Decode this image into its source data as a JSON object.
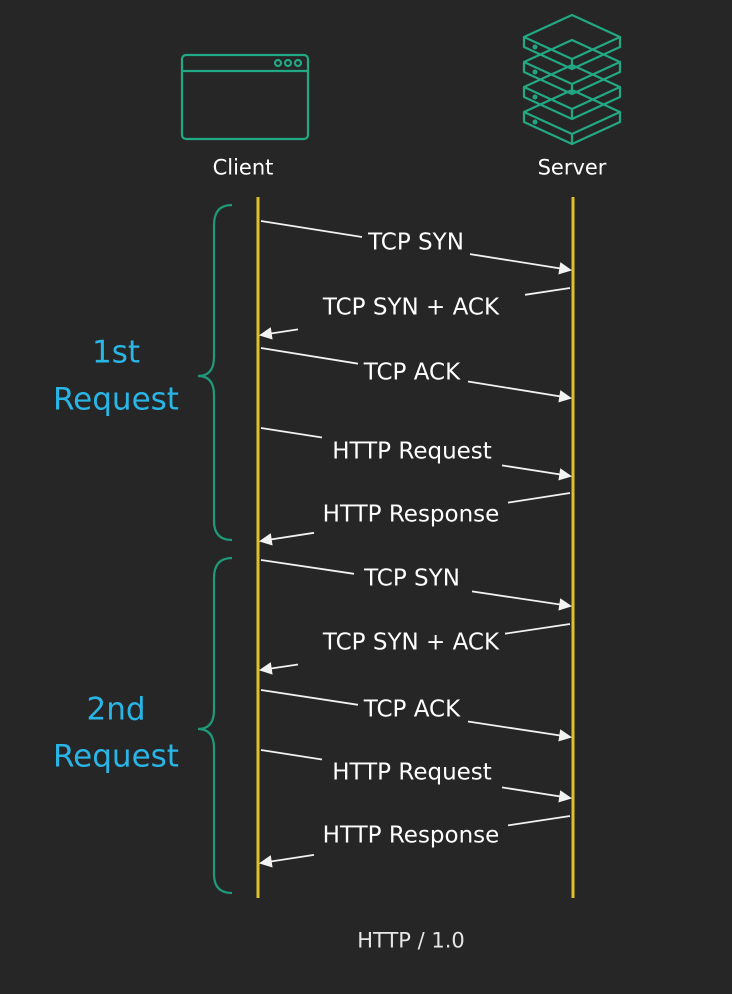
{
  "actors": {
    "client": "Client",
    "server": "Server"
  },
  "groups": [
    {
      "label_line1": "1st",
      "label_line2": "Request",
      "messages": [
        {
          "text": "TCP SYN",
          "direction": "client-to-server"
        },
        {
          "text": "TCP SYN + ACK",
          "direction": "server-to-client"
        },
        {
          "text": "TCP ACK",
          "direction": "client-to-server"
        },
        {
          "text": "HTTP Request",
          "direction": "client-to-server"
        },
        {
          "text": "HTTP Response",
          "direction": "server-to-client"
        }
      ]
    },
    {
      "label_line1": "2nd",
      "label_line2": "Request",
      "messages": [
        {
          "text": "TCP SYN",
          "direction": "client-to-server"
        },
        {
          "text": "TCP SYN + ACK",
          "direction": "server-to-client"
        },
        {
          "text": "TCP ACK",
          "direction": "client-to-server"
        },
        {
          "text": "HTTP Request",
          "direction": "client-to-server"
        },
        {
          "text": "HTTP Response",
          "direction": "server-to-client"
        }
      ]
    }
  ],
  "footer": "HTTP / 1.0",
  "colors": {
    "background": "#262626",
    "lifeline": "#e0c02a",
    "icon": "#22a882",
    "bracket": "#1f9a78",
    "group_label": "#29b6e6",
    "message": "#ffffff"
  },
  "icons": {
    "client": "browser-window-icon",
    "server": "server-stack-icon"
  }
}
